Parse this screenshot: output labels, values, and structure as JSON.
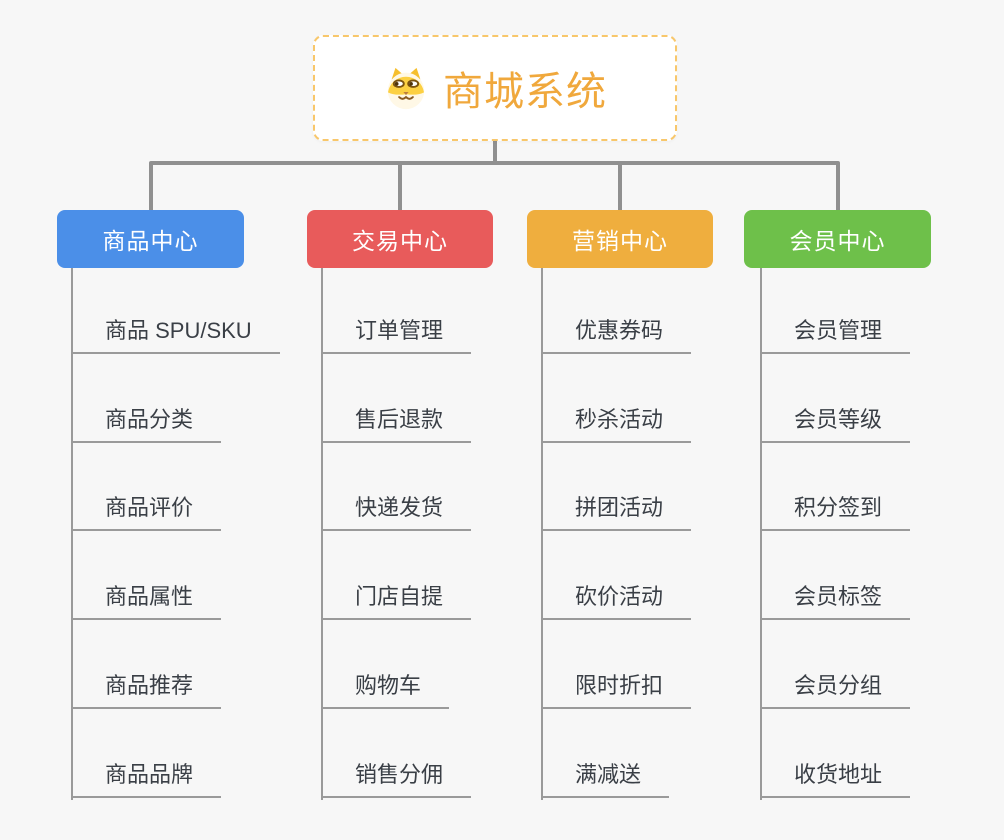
{
  "root": {
    "label": "商城系统",
    "icon": "doge-icon",
    "accent_color": "#f0a83c",
    "border_color": "#f8c76b"
  },
  "connector_color": "#909090",
  "branches": [
    {
      "label": "商品中心",
      "color": "#4b8fe8",
      "children": [
        "商品 SPU/SKU",
        "商品分类",
        "商品评价",
        "商品属性",
        "商品推荐",
        "商品品牌"
      ]
    },
    {
      "label": "交易中心",
      "color": "#e85b5b",
      "children": [
        "订单管理",
        "售后退款",
        "快递发货",
        "门店自提",
        "购物车",
        "销售分佣"
      ]
    },
    {
      "label": "营销中心",
      "color": "#efae3e",
      "children": [
        "优惠券码",
        "秒杀活动",
        "拼团活动",
        "砍价活动",
        "限时折扣",
        "满减送"
      ]
    },
    {
      "label": "会员中心",
      "color": "#6ec04a",
      "children": [
        "会员管理",
        "会员等级",
        "积分签到",
        "会员标签",
        "会员分组",
        "收货地址"
      ]
    }
  ]
}
